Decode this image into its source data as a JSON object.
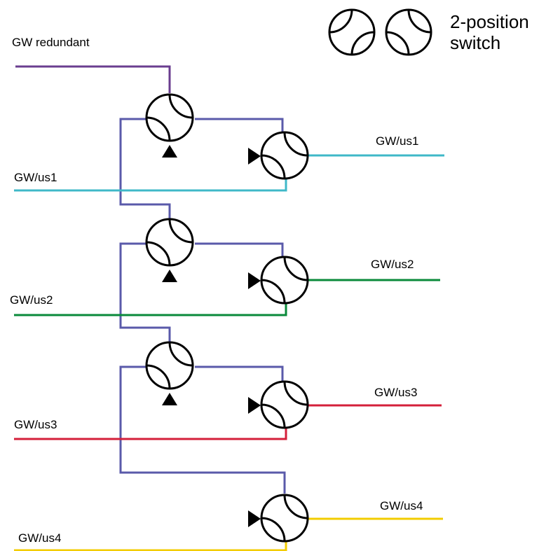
{
  "legend": {
    "line1": "2-position",
    "line2": "switch"
  },
  "labels": {
    "gw_redundant": "GW redundant",
    "in_us1": "GW/us1",
    "in_us2": "GW/us2",
    "in_us3": "GW/us3",
    "in_us4": "GW/us4",
    "out_us1": "GW/us1",
    "out_us2": "GW/us2",
    "out_us3": "GW/us3",
    "out_us4": "GW/us4"
  },
  "colors": {
    "redundant_feed": "#6a3d8f",
    "redundant_bus": "#5a5aaa",
    "us1": "#3fb8c8",
    "us2": "#0a8a3a",
    "us3": "#d41f3a",
    "us4": "#f2cc00",
    "switch": "#000000"
  }
}
